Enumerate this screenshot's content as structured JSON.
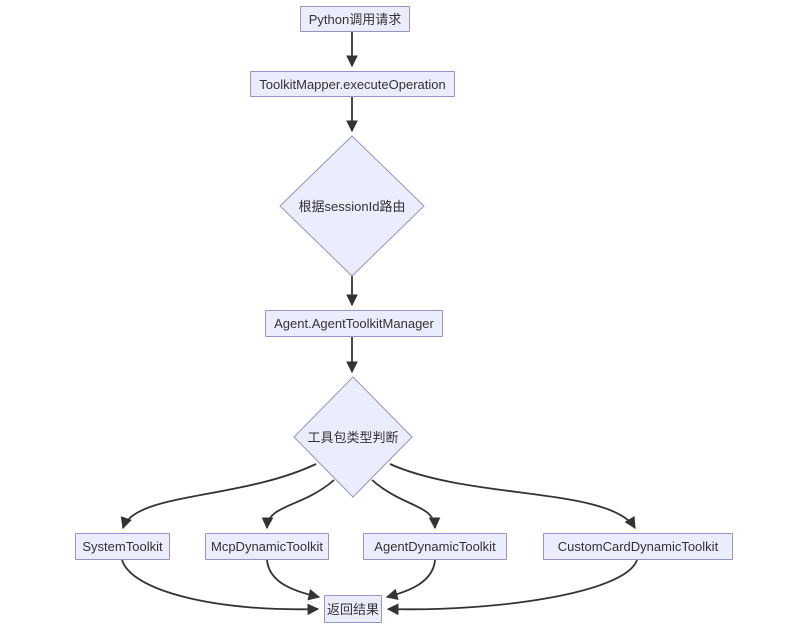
{
  "diagram": {
    "type": "flowchart",
    "direction": "top-down",
    "colors": {
      "node_fill": "#ECECFF",
      "node_border": "#9793c9",
      "edge": "#333333",
      "text": "#333333",
      "background": "#ffffff"
    },
    "nodes": [
      {
        "id": "python_request",
        "shape": "rect",
        "label": "Python调用请求"
      },
      {
        "id": "toolkit_mapper",
        "shape": "rect",
        "label": "ToolkitMapper.executeOperation"
      },
      {
        "id": "session_route",
        "shape": "diamond",
        "label": "根据sessionId路由"
      },
      {
        "id": "agent_manager",
        "shape": "rect",
        "label": "Agent.AgentToolkitManager"
      },
      {
        "id": "toolkit_judge",
        "shape": "diamond",
        "label": "工具包类型判断"
      },
      {
        "id": "system_toolkit",
        "shape": "rect",
        "label": "SystemToolkit"
      },
      {
        "id": "mcp_toolkit",
        "shape": "rect",
        "label": "McpDynamicToolkit"
      },
      {
        "id": "agent_toolkit",
        "shape": "rect",
        "label": "AgentDynamicToolkit"
      },
      {
        "id": "custom_toolkit",
        "shape": "rect",
        "label": "CustomCardDynamicToolkit"
      },
      {
        "id": "return_result",
        "shape": "rect",
        "label": "返回结果"
      }
    ],
    "edges": [
      {
        "from": "python_request",
        "to": "toolkit_mapper"
      },
      {
        "from": "toolkit_mapper",
        "to": "session_route"
      },
      {
        "from": "session_route",
        "to": "agent_manager"
      },
      {
        "from": "agent_manager",
        "to": "toolkit_judge"
      },
      {
        "from": "toolkit_judge",
        "to": "system_toolkit"
      },
      {
        "from": "toolkit_judge",
        "to": "mcp_toolkit"
      },
      {
        "from": "toolkit_judge",
        "to": "agent_toolkit"
      },
      {
        "from": "toolkit_judge",
        "to": "custom_toolkit"
      },
      {
        "from": "system_toolkit",
        "to": "return_result"
      },
      {
        "from": "mcp_toolkit",
        "to": "return_result"
      },
      {
        "from": "agent_toolkit",
        "to": "return_result"
      },
      {
        "from": "custom_toolkit",
        "to": "return_result"
      }
    ]
  }
}
